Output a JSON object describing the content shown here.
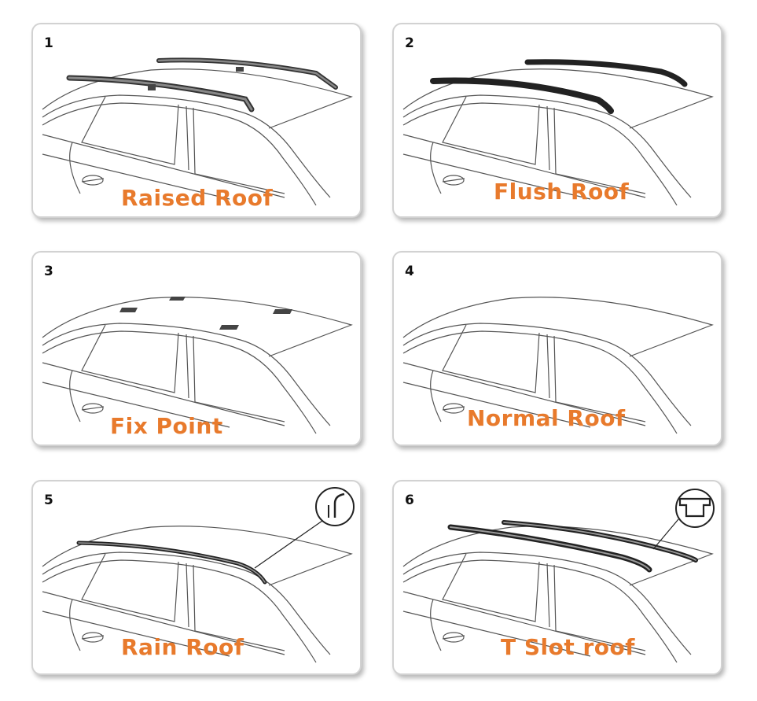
{
  "accent_color": "#e87a2c",
  "panels": [
    {
      "number": "1",
      "label": "Raised Roof",
      "icon": "raised-roof-rail-illustration"
    },
    {
      "number": "2",
      "label": "Flush Roof",
      "icon": "flush-roof-rail-illustration"
    },
    {
      "number": "3",
      "label": "Fix Point",
      "icon": "fix-point-roof-illustration"
    },
    {
      "number": "4",
      "label": "Normal Roof",
      "icon": "normal-roof-illustration"
    },
    {
      "number": "5",
      "label": "Rain Roof",
      "icon": "rain-gutter-roof-illustration"
    },
    {
      "number": "6",
      "label": "T Slot roof",
      "icon": "t-slot-roof-illustration"
    }
  ]
}
